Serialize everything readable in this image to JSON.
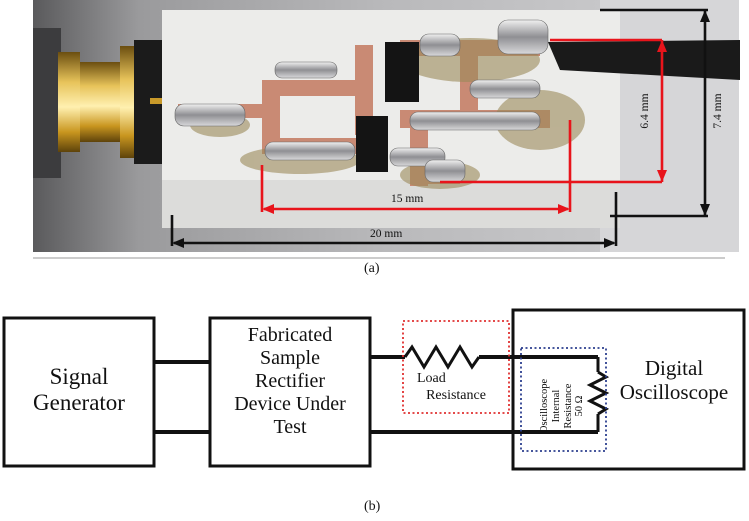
{
  "figure_a": {
    "caption": "(a)",
    "dim_6_4": "6.4 mm",
    "dim_7_4": "7.4 mm",
    "dim_15": "15 mm",
    "dim_20": "20 mm",
    "colors": {
      "dim_red": "#e8141b",
      "dim_black": "#111111"
    }
  },
  "figure_b": {
    "caption": "(b)",
    "signal_generator": [
      "Signal",
      "Generator"
    ],
    "dut": [
      "Fabricated",
      "Sample",
      "Rectifier",
      "Device Under",
      "Test"
    ],
    "load_resistance": [
      "Load",
      "Resistance"
    ],
    "osc_internal": [
      "Oscilloscope",
      "Internal",
      "Resistance",
      "50 Ω"
    ],
    "digital_osc": [
      "Digital",
      "Oscilloscope"
    ],
    "colors": {
      "load_box": "#e03030",
      "internal_box": "#2c3f8f"
    }
  }
}
